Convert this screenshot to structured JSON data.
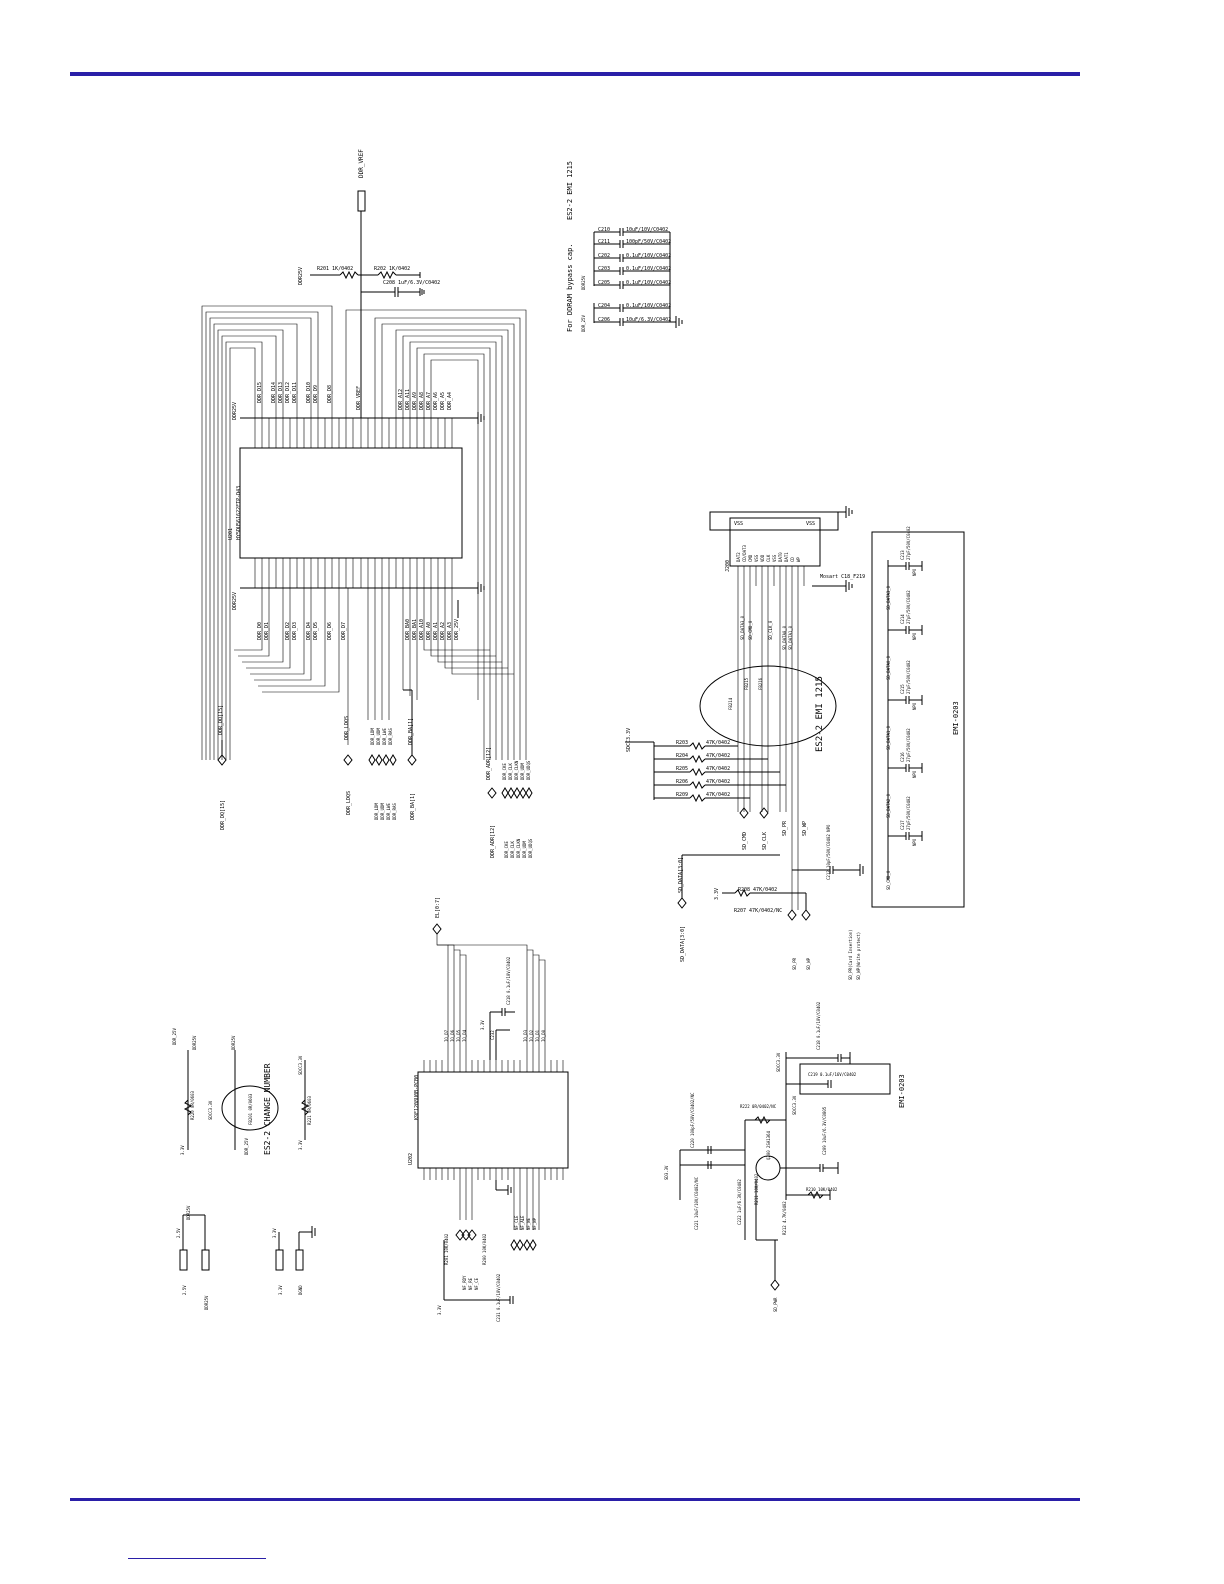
{
  "page": {
    "accent_color": "#2a1fa8"
  },
  "ddr": {
    "vref_top": "DDR_VREF",
    "u201_ref": "U201",
    "u201_part": "HY5DU561622FTP-D43",
    "supply_left_top": "DDR25V",
    "supply_left_bottom": "DDR25V",
    "vref_pin": "DDR_VREF",
    "r201": "R201 1K/0402",
    "r202": "R202 1K/0402",
    "c208": "C208 1uF/6.3V/C0402",
    "top_bus_labels": [
      "DDR_D15",
      "DDR_D14",
      "DDR_D13",
      "DDR_D12",
      "DDR_D11",
      "DDR_D10",
      "DDR_D9",
      "DDR_D8"
    ],
    "top_addr_labels": [
      "DDR_A12",
      "DDR_A11",
      "DDR_A9",
      "DDR_A8",
      "DDR_A7",
      "DDR_A6",
      "DDR_A5",
      "DDR_A4"
    ],
    "bottom_bus_labels": [
      "DDR_D0",
      "DDR_D1",
      "DDR_D2",
      "DDR_D3",
      "DDR_D4",
      "DDR_D5",
      "DDR_D6",
      "DDR_D7"
    ],
    "bottom_addr_labels": [
      "DDR_BA0",
      "DDR_BA1",
      "DDR_A10",
      "DDR_A0",
      "DDR_A1",
      "DDR_A2",
      "DDR_A3",
      "DDR_25V"
    ],
    "port_dq": "DDR_DQ[15]",
    "port_dq_label": "DDR_DQ[15]",
    "port_ldqs": "DDR_LDQS",
    "port_ldqs_label": "DDR_LDQS",
    "port_ctrl": [
      "DDR_LDM",
      "DDR_UDM",
      "DDR_LWE",
      "DDR_RAS"
    ],
    "port_ba": "DDR_BA[1]",
    "port_ba_label": "DDR_BA[1]",
    "port_adr": "DDR_ADR[12]",
    "port_adr_label": "DDR_ADR[12]",
    "port_clk": [
      "DDR_CKE",
      "DDR_CLK",
      "DDR_CLKN",
      "DDR_UDM",
      "DDR_UDQS"
    ]
  },
  "bypass": {
    "title": "For DDRAM bypass cap.",
    "note": "ES2-2 EMI 1215",
    "supply": "DDR25V",
    "supply2": "DDR_25V",
    "caps": [
      {
        "ref": "C210",
        "value": "10uF/10V/C0402"
      },
      {
        "ref": "C211",
        "value": "100pF/50V/C0402"
      },
      {
        "ref": "C202",
        "value": "0.1uF/10V/C0402"
      },
      {
        "ref": "C203",
        "value": "0.1uF/10V/C0402"
      },
      {
        "ref": "C205",
        "value": "0.1uF/10V/C0402"
      },
      {
        "ref": "C204",
        "value": "0.1uF/10V/C0402"
      },
      {
        "ref": "C206",
        "value": "10uF/6.3V/C0402"
      }
    ]
  },
  "sdcard": {
    "connector": "J200",
    "connector_part": "Mosart C18_F219",
    "vss_labels": [
      "VSS",
      "VSS"
    ],
    "pins": [
      "DAT2",
      "CD/DAT3",
      "CMD",
      "VSS",
      "VDD",
      "CLK",
      "VSS",
      "DAT0",
      "DAT1",
      "CD",
      "WP"
    ],
    "signals_top": [
      "SD_DATA3_0",
      "SD_CMD_0",
      "SD_CLK_0",
      "SD_DATA0_0",
      "SD_DATA1_0"
    ],
    "emi_note": "ES2-2 EMI 1215",
    "ferrites": [
      "FB214",
      "FB215",
      "FB216"
    ],
    "supply": "SDCC3.3V",
    "resistors": [
      {
        "ref": "R203",
        "value": "47K/0402"
      },
      {
        "ref": "R204",
        "value": "47K/0402"
      },
      {
        "ref": "R205",
        "value": "47K/0402"
      },
      {
        "ref": "R206",
        "value": "47K/0402"
      },
      {
        "ref": "R209",
        "value": "47K/0402"
      }
    ],
    "r208": "R208 47K/0402",
    "r207": "R207 47K/0402/NC",
    "c212": "C212 10pF/50V/C0402 NPO",
    "supply_33": "3.3V",
    "bottom_ports": [
      "SD_CMD",
      "SD_CLK",
      "SD_PR",
      "SD_WP"
    ],
    "data_port": "SD_DATA[3:0]",
    "data_port_label": "SD_DATA[3:0]",
    "notes": [
      "SD_PR(Card Insertion)",
      "SD_WP(Write protect)"
    ],
    "port_pr_label": "SD_PR",
    "port_wp_label": "SD_WP",
    "emi_box_label": "EMI-0203",
    "emi_caps": [
      {
        "ref": "C213",
        "value": "27pF/50V/C0402",
        "net": "SD_DATA3_0",
        "dielectric": "NPO"
      },
      {
        "ref": "C214",
        "value": "27pF/50V/C0402",
        "net": "SD_DATA0_0",
        "dielectric": "NPO"
      },
      {
        "ref": "C215",
        "value": "27pF/50V/C0402",
        "net": "SD_DATA1_0",
        "dielectric": "NPO"
      },
      {
        "ref": "C216",
        "value": "27pF/50V/C0402",
        "net": "SD_DATA2_0",
        "dielectric": "NPO"
      },
      {
        "ref": "C217",
        "value": "27pF/50V/C0402",
        "net": "SD_CMD_0",
        "dielectric": "NPO"
      }
    ]
  },
  "nand": {
    "port": "EL[0:7]",
    "u202": "U202",
    "part": "K9F1208U0B-PCB0",
    "cap_c218": "C218 0.1uF/10V/C0402",
    "cap_c232": "C232",
    "cap_c231": "C231 0.1uF/10V/C0402",
    "r201_val": "R201 10K/0402",
    "r200": "R200 10K/0402",
    "supply": "3.3V",
    "data_labels": [
      "IO_D7",
      "IO_D6",
      "IO_D5",
      "IO_D4",
      "IO_D3",
      "IO_D2",
      "IO_D1",
      "IO_D0"
    ],
    "ctrl_ports": [
      "NF_RDY",
      "NF_RE",
      "NF_CE",
      "NF_CLE",
      "NF_ALE",
      "NF_WE",
      "NF_WP"
    ]
  },
  "power": {
    "change_note": "ES2-2 CHANGE NUMBER",
    "fb201": "FB201 0R/0603",
    "r220": "R220 0R/0603",
    "r221": "R221 0R/0603",
    "labels": [
      "DDR_25V",
      "DDR25V",
      "DDR_25V",
      "DDR25V",
      "3.3V",
      "SDCC3.3V",
      "SDCC3.3V",
      "3.3V",
      "2.5V",
      "DDR25V",
      "3.3V",
      "DGND",
      "2.5V",
      "DDR25V"
    ]
  },
  "sdpwr": {
    "supply": "SDCC3.3V",
    "c218": "C218 0.1uF/10V/C0402",
    "c219": "C219 0.1uF/16V/C0402",
    "emi_label": "EMI-0203",
    "r222": "R222 0R/0402/NC",
    "c220": "C220 100pF/50V/C0402/NC",
    "c221": "C221 10uF/10V/C0402/NC",
    "c222": "C222 1uF/6.3V/C0402",
    "q200": "Q200 2SA1364",
    "c209": "C209 10uF/6.3V/C0805",
    "r210": "R210 10K/0402",
    "r211": "R211 10K/0402",
    "r212": "R212 4.7K/0402",
    "supply_33": "SD3.3V",
    "port": "SD_PWR"
  }
}
